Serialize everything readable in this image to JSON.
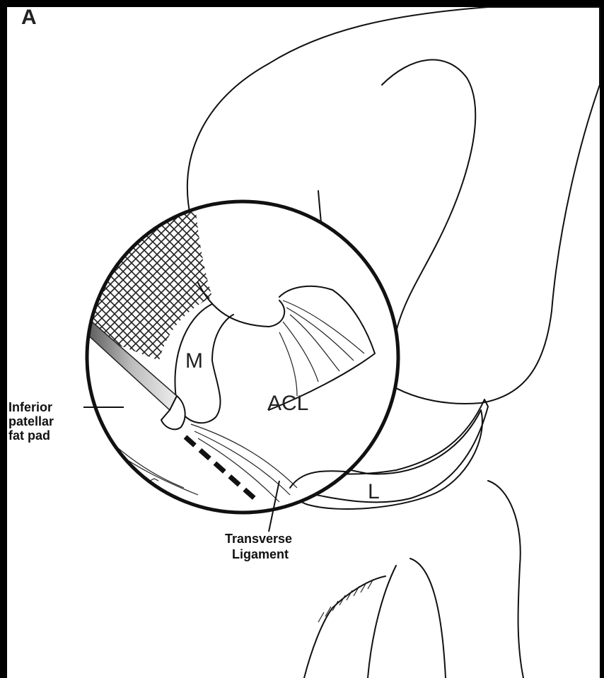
{
  "figure": {
    "panel_label": "A",
    "structures": {
      "medial": "M",
      "lateral": "L",
      "acl": "ACL"
    },
    "callouts": {
      "fat_pad_line1": "Inferior",
      "fat_pad_line2": "patellar",
      "fat_pad_line3": "fat pad",
      "transverse_line1": "Transverse",
      "transverse_line2": "Ligament"
    }
  }
}
